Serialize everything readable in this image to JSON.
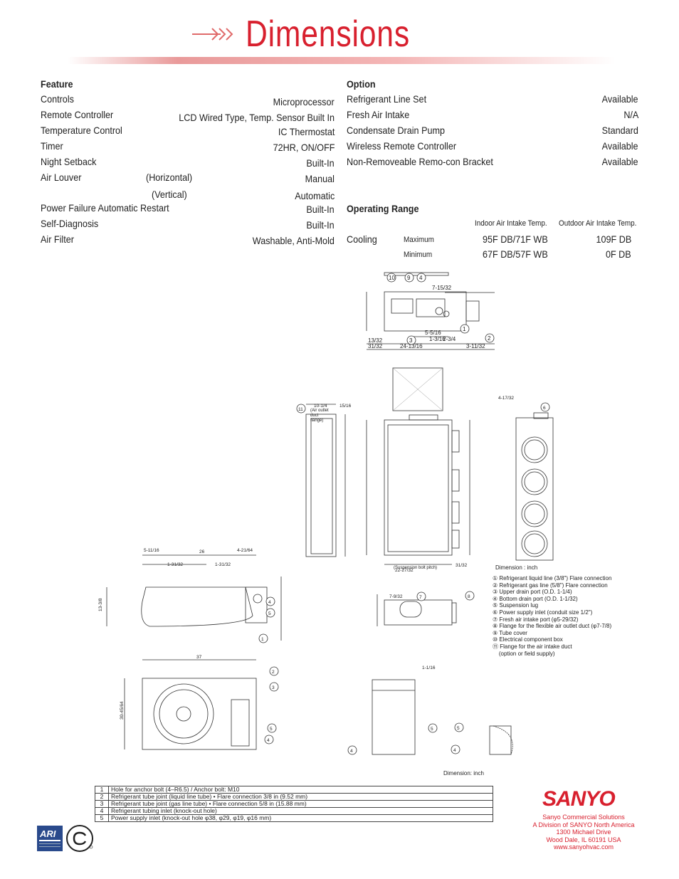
{
  "page": {
    "title": "Dimensions"
  },
  "feature": {
    "heading": "Feature",
    "rows": [
      {
        "label": "Controls",
        "value": "Microprocessor"
      },
      {
        "label": "Remote Controller",
        "value": "LCD Wired Type, Temp. Sensor Built In"
      },
      {
        "label": "Temperature Control",
        "value": "IC Thermostat"
      },
      {
        "label": "Timer",
        "value": "72HR, ON/OFF"
      },
      {
        "label": "Night Setback",
        "value": "Built-In"
      },
      {
        "label": "Air Louver",
        "sub": "(Horizontal)",
        "value": "Manual"
      },
      {
        "label": "",
        "sub": "(Vertical)",
        "value": "Automatic"
      },
      {
        "label": "Power Failure Automatic Restart",
        "value": "Built-In"
      },
      {
        "label": "Self-Diagnosis",
        "value": "Built-In"
      },
      {
        "label": "Air Filter",
        "value": "Washable, Anti-Mold"
      }
    ]
  },
  "option": {
    "heading": "Option",
    "rows": [
      {
        "label": "Refrigerant Line Set",
        "value": "Available"
      },
      {
        "label": "Fresh Air Intake",
        "value": "N/A"
      },
      {
        "label": "Condensate Drain Pump",
        "value": "Standard"
      },
      {
        "label": "Wireless Remote Controller",
        "value": "Available"
      },
      {
        "label": "Non-Removeable Remo-con Bracket",
        "value": "Available"
      }
    ]
  },
  "operating_range": {
    "heading": "Operating Range",
    "col_indoor": "Indoor Air Intake Temp.",
    "col_outdoor": "Outdoor Air Intake Temp.",
    "mode": "Cooling",
    "max_label": "Maximum",
    "min_label": "Minimum",
    "max_indoor": "95F DB/71F WB",
    "max_outdoor": "109F DB",
    "min_indoor": "67F DB/57F WB",
    "min_outdoor": "0F DB"
  },
  "indoor_notes": {
    "dimension": "Dimension : inch",
    "items": [
      "① Refrigerant liquid line (3/8\") Flare connection",
      "② Refrigerant gas line (5/8\") Flare connection",
      "③ Upper drain port (O.D. 1-1/4)",
      "④ Bottom drain port (O.D. 1-1/32)",
      "⑤ Suspension lug",
      "⑥ Power supply inlet (conduit size 1/2\")",
      "⑦ Fresh air intake port (φ5-29/32)",
      "⑧ Flange for the flexible air outlet duct (φ7-7/8)",
      "⑨ Tube cover",
      "⑩ Electrical component box",
      "⑪ Flange for the air intake duct",
      "    (option or field supply)"
    ]
  },
  "outdoor_legend": {
    "dimension": "Dimension: inch",
    "rows": [
      {
        "n": "1",
        "text": "Hole for anchor bolt (4–R6.5) / Anchor bolt: M10"
      },
      {
        "n": "2",
        "text": "Refrigerant tube joint (liquid line tube) • Flare connection 3/8 in (9.52 mm)"
      },
      {
        "n": "3",
        "text": "Refrigerant tube joint (gas line tube) • Flare connection 5/8 in (15.88 mm)"
      },
      {
        "n": "4",
        "text": "Refrigerant tubing inlet (knock-out hole)"
      },
      {
        "n": "5",
        "text": "Power supply inlet (knock-out hole φ38, φ29, φ19, φ16 mm)"
      }
    ]
  },
  "dims": {
    "top_a": "7-15/32",
    "top_b": "5-5/16",
    "top_c": "1-3/16",
    "top_d": "2-3/4",
    "top_e": "24-13/16",
    "top_f": "13/32",
    "top_g": "31/32",
    "top_h": "3-11/32",
    "side_a": "10-1/4",
    "side_b": "15/16",
    "side_c": "(Air outlet duct flange)",
    "front_a": "22-27/32",
    "front_b": "(Suspension bolt pitch)",
    "front_c": "31/32",
    "front_d": "4-17/32",
    "front_e": "7-9/32",
    "od_a": "5-11/16",
    "od_b": "26",
    "od_c": "4-21/64",
    "od_d": "1-31/32",
    "od_e": "1-31/32",
    "od_f": "13-3/8",
    "od_g": "37",
    "od_h": "30-45/64",
    "od_i": "1-1/16"
  },
  "brand": {
    "logo": "SANYO",
    "lines": [
      "Sanyo Commercial Solutions",
      "A Division of SANYO North America",
      "1300 Michael Drive",
      "Wood Dale, IL 60191 USA",
      "www.sanyohvac.com"
    ]
  },
  "colors": {
    "accent": "#d8202e",
    "rule": "#f4b6b6",
    "ari": "#2a4a8c"
  }
}
